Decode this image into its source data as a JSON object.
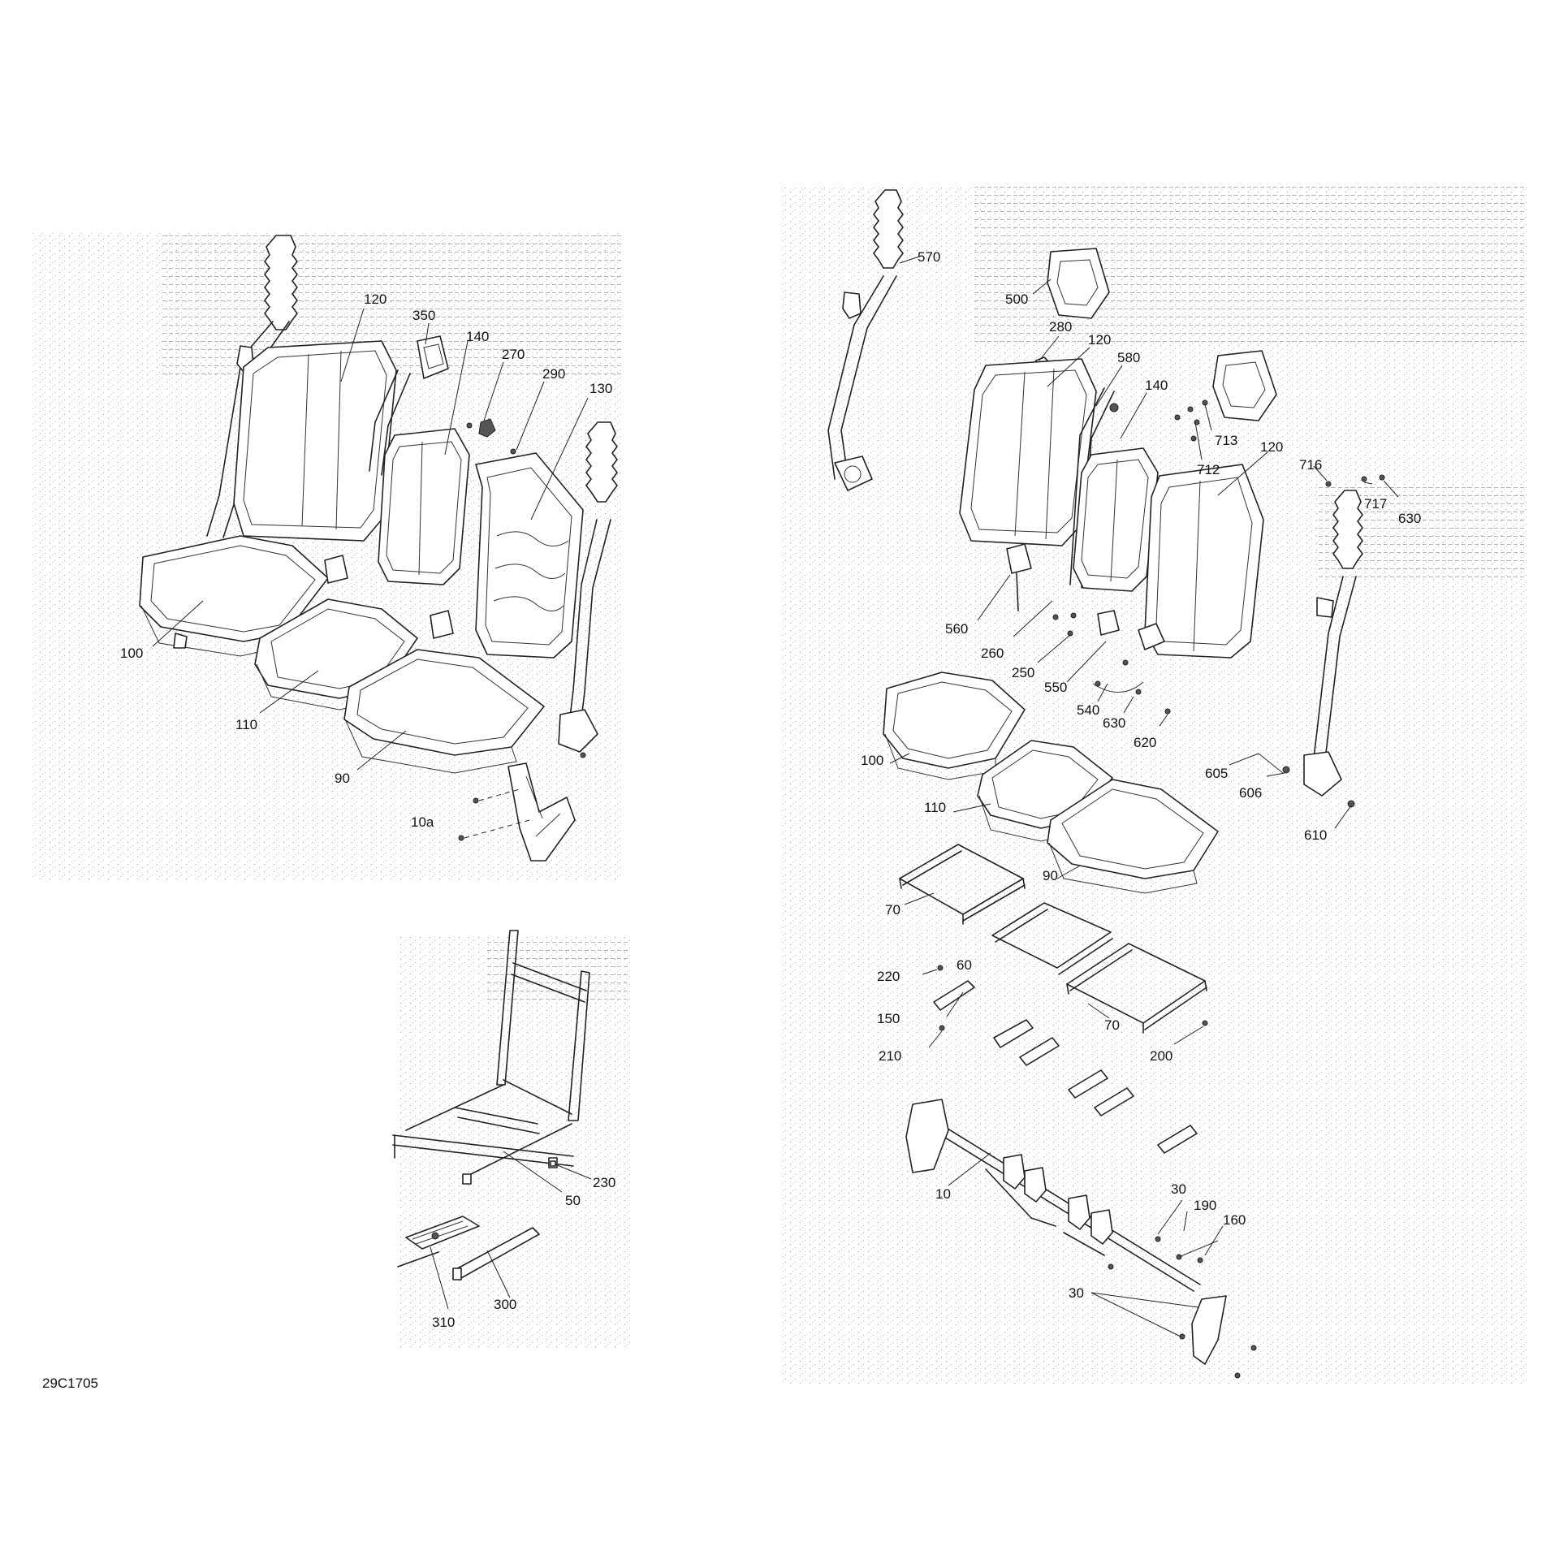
{
  "figure_code": "29C1705",
  "left_assembly": {
    "labels": [
      "120",
      "350",
      "140",
      "270",
      "290",
      "130",
      "100",
      "110",
      "90",
      "10a"
    ]
  },
  "frame_detail": {
    "labels": [
      "230",
      "50",
      "310",
      "300"
    ]
  },
  "right_assembly": {
    "labels": [
      "570",
      "500",
      "280",
      "120",
      "580",
      "140",
      "713",
      "712",
      "120",
      "716",
      "717",
      "630",
      "560",
      "260",
      "250",
      "550",
      "540",
      "630",
      "620",
      "605",
      "606",
      "610",
      "100",
      "110",
      "90",
      "70",
      "220",
      "60",
      "150",
      "70",
      "210",
      "200",
      "10",
      "30",
      "190",
      "160",
      "30"
    ]
  }
}
